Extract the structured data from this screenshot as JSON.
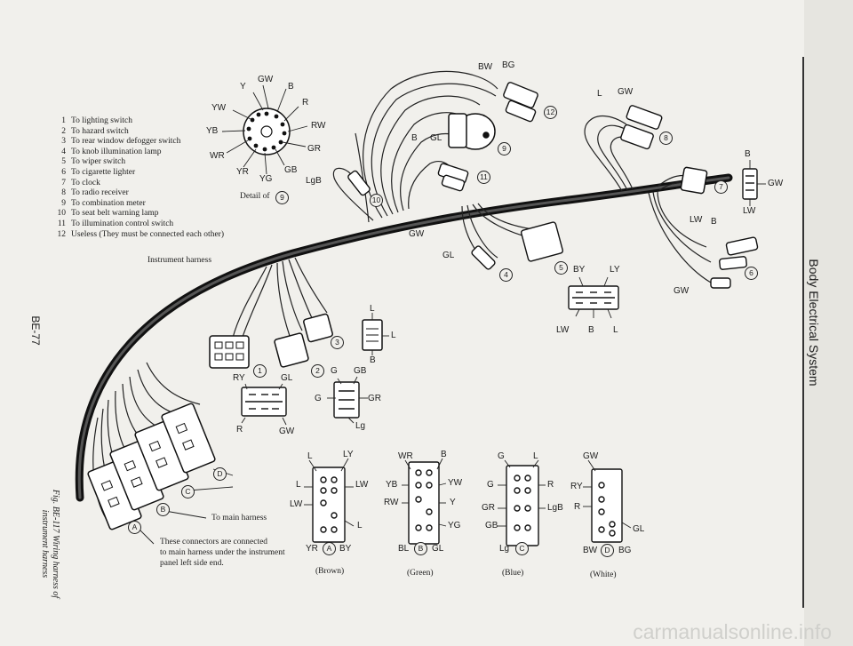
{
  "side_title": "Body Electrical System",
  "page_number": "BE-77",
  "figure_caption": {
    "line1": "Fig. BE-117 Wiring harness of",
    "line2": "instrument harness"
  },
  "watermark": "carmanualsonline.info",
  "legend": [
    {
      "num": "1",
      "text": "To lighting switch"
    },
    {
      "num": "2",
      "text": "To hazard switch"
    },
    {
      "num": "3",
      "text": "To rear window defogger switch"
    },
    {
      "num": "4",
      "text": "To knob illumination lamp"
    },
    {
      "num": "5",
      "text": "To wiper switch"
    },
    {
      "num": "6",
      "text": "To cigarette lighter"
    },
    {
      "num": "7",
      "text": "To clock"
    },
    {
      "num": "8",
      "text": "To radio receiver"
    },
    {
      "num": "9",
      "text": "To combination meter"
    },
    {
      "num": "10",
      "text": "To seat belt warning lamp"
    },
    {
      "num": "11",
      "text": "To illumination control switch"
    },
    {
      "num": "12",
      "text": "Useless (They must be connected each other)"
    }
  ],
  "labels": {
    "instrument_harness": "Instrument harness",
    "to_main_harness": "To main harness",
    "detail_of": "Detail of",
    "note_line1": "These connectors are connected",
    "note_line2": "to main harness under the instrument",
    "note_line3": "panel left side end."
  },
  "connector_numbers": [
    "1",
    "2",
    "3",
    "4",
    "5",
    "6",
    "7",
    "8",
    "9",
    "10",
    "11",
    "12"
  ],
  "main_connectors": [
    "A",
    "B",
    "C",
    "D"
  ],
  "wire_codes": {
    "detail9": [
      "Y",
      "GW",
      "B",
      "YW",
      "R",
      "YB",
      "RW",
      "WR",
      "GR",
      "YR",
      "YG",
      "GB",
      "LgB"
    ],
    "top": [
      "BW",
      "BG",
      "B",
      "GL",
      "L",
      "GW",
      "GW",
      "L"
    ],
    "right": [
      "B",
      "GW",
      "LW",
      "LW",
      "B",
      "GW"
    ],
    "mid": [
      "GL",
      "BY",
      "LY",
      "LW",
      "B",
      "L"
    ],
    "c1_2": [
      "RY",
      "GL",
      "R",
      "GW",
      "G",
      "GB",
      "G",
      "GR",
      "Lg",
      "L",
      "L",
      "B"
    ]
  },
  "bottom_connectors": [
    {
      "color": "(Brown)",
      "id": "A",
      "codes": [
        "L",
        "LY",
        "L",
        "LW",
        "LW",
        "L",
        "YR",
        "BY"
      ]
    },
    {
      "color": "(Green)",
      "id": "B",
      "codes": [
        "WR",
        "B",
        "YB",
        "YW",
        "RW",
        "Y",
        "YG",
        "BL",
        "GL"
      ]
    },
    {
      "color": "(Blue)",
      "id": "C",
      "codes": [
        "G",
        "L",
        "G",
        "R",
        "GR",
        "LgB",
        "GB",
        "Lg"
      ]
    },
    {
      "color": "(White)",
      "id": "D",
      "codes": [
        "GW",
        "RY",
        "R",
        "GL",
        "BW",
        "BG"
      ]
    }
  ],
  "colors": {
    "ink": "#1c1c1c",
    "paper": "#f1f0ec",
    "watermark": "#d0d0cc"
  }
}
